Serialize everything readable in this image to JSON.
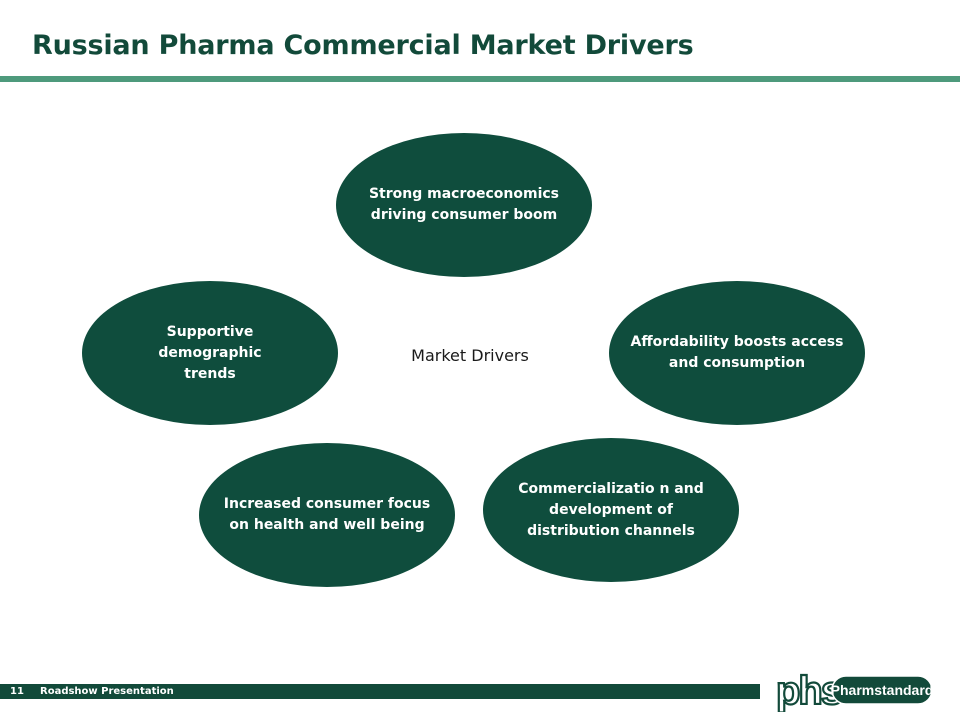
{
  "slide": {
    "title": "Russian Pharma Commercial Market Drivers",
    "center_label": "Market Drivers"
  },
  "drivers": [
    {
      "label": "Strong macroeconomics driving consumer boom"
    },
    {
      "label": "Affordability boosts access and consumption"
    },
    {
      "label": "Commercializatio n and development of distribution channels"
    },
    {
      "label": "Increased consumer focus on health and well being"
    },
    {
      "label": "Supportive demographic trends"
    }
  ],
  "footer": {
    "page_number": "11",
    "text": "Roadshow Presentation"
  },
  "logo": {
    "mark": "phs",
    "name": "Pharmstandard"
  },
  "colors": {
    "primary": "#124a3a",
    "node_fill": "#0f4d3d",
    "rule": "#4e9a7c"
  }
}
